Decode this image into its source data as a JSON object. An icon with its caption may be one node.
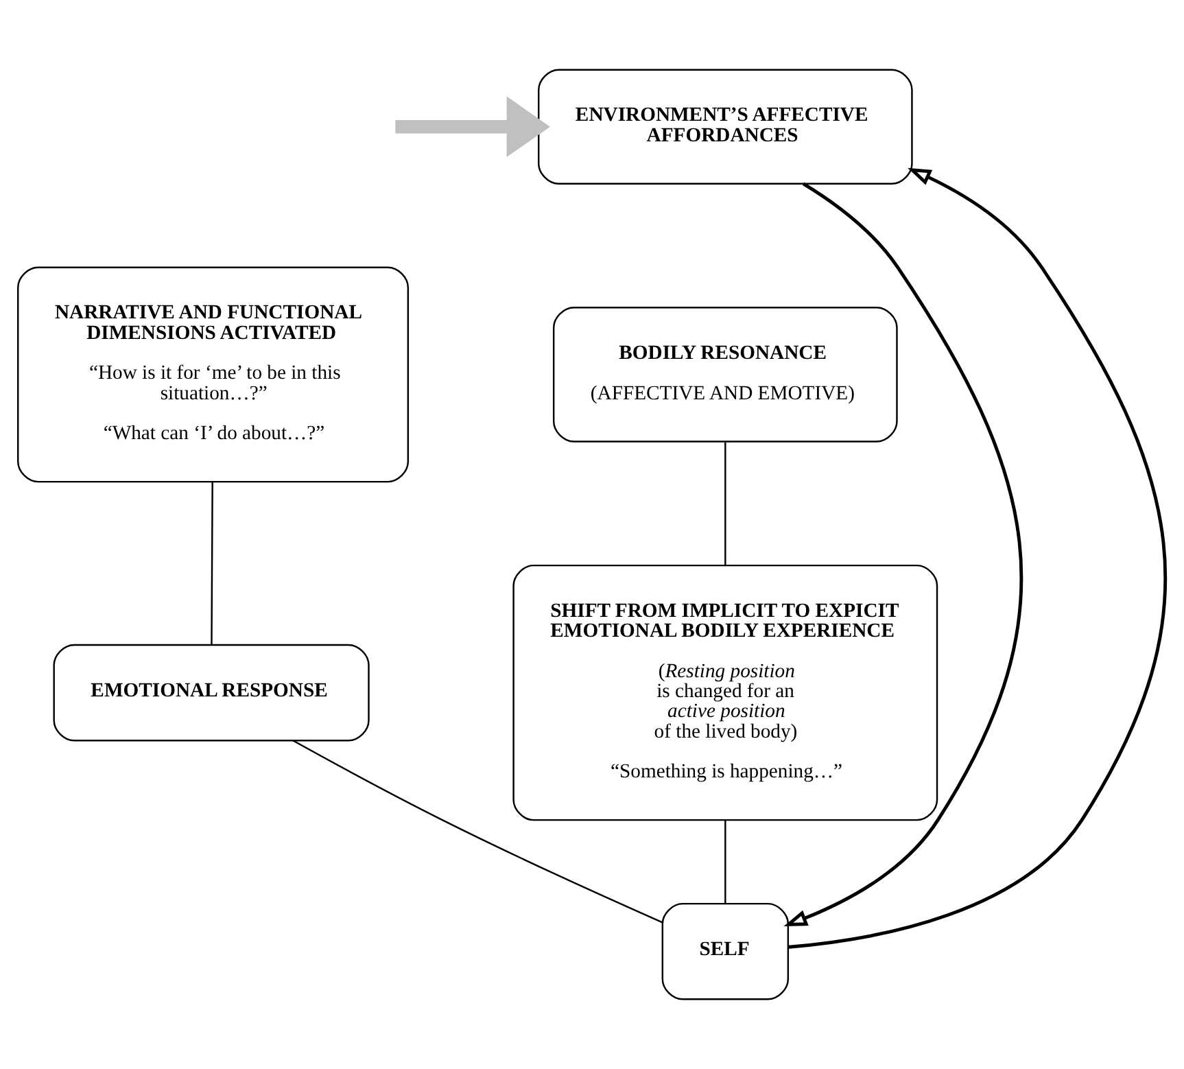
{
  "diagram": {
    "nodes": [
      {
        "text": [
          "ENVIRONMENT’S AFFECTIVE AFFORDANCES"
        ]
      },
      {
        "text": [
          "NARRATIVE AND FUNCTIONAL DIMENSIONS ACTIVATED",
          "“How is it for ‘me’ to be in this situation…?”",
          "“What can ‘I’ do about…?”"
        ]
      },
      {
        "text": [
          "BODILY RESONANCE",
          "(AFFECTIVE AND EMOTIVE)"
        ]
      },
      {
        "text": [
          "EMOTIONAL RESPONSE"
        ]
      },
      {
        "text": [
          "SHIFT FROM IMPLICIT TO EXPICIT EMOTIONAL BODILY EXPERIENCE",
          "(*Resting position* is changed for an *active position* of the lived body)",
          "“Something is happening…”"
        ]
      },
      {
        "text": [
          "SELF"
        ]
      }
    ],
    "edges": [
      {
        "from": 1,
        "to": 3,
        "arrow": "none"
      },
      {
        "from": 2,
        "to": 4,
        "arrow": "none"
      },
      {
        "from": 3,
        "to": 5,
        "arrow": "none"
      },
      {
        "from": 4,
        "to": 5,
        "arrow": "none"
      },
      {
        "from": 5,
        "to": 0,
        "arrow": "to"
      },
      {
        "from": 0,
        "to": 5,
        "arrow": "to"
      },
      {
        "from": null,
        "to": 0,
        "arrow": "to",
        "style": "thick",
        "color": "#c0c0c0"
      }
    ]
  }
}
